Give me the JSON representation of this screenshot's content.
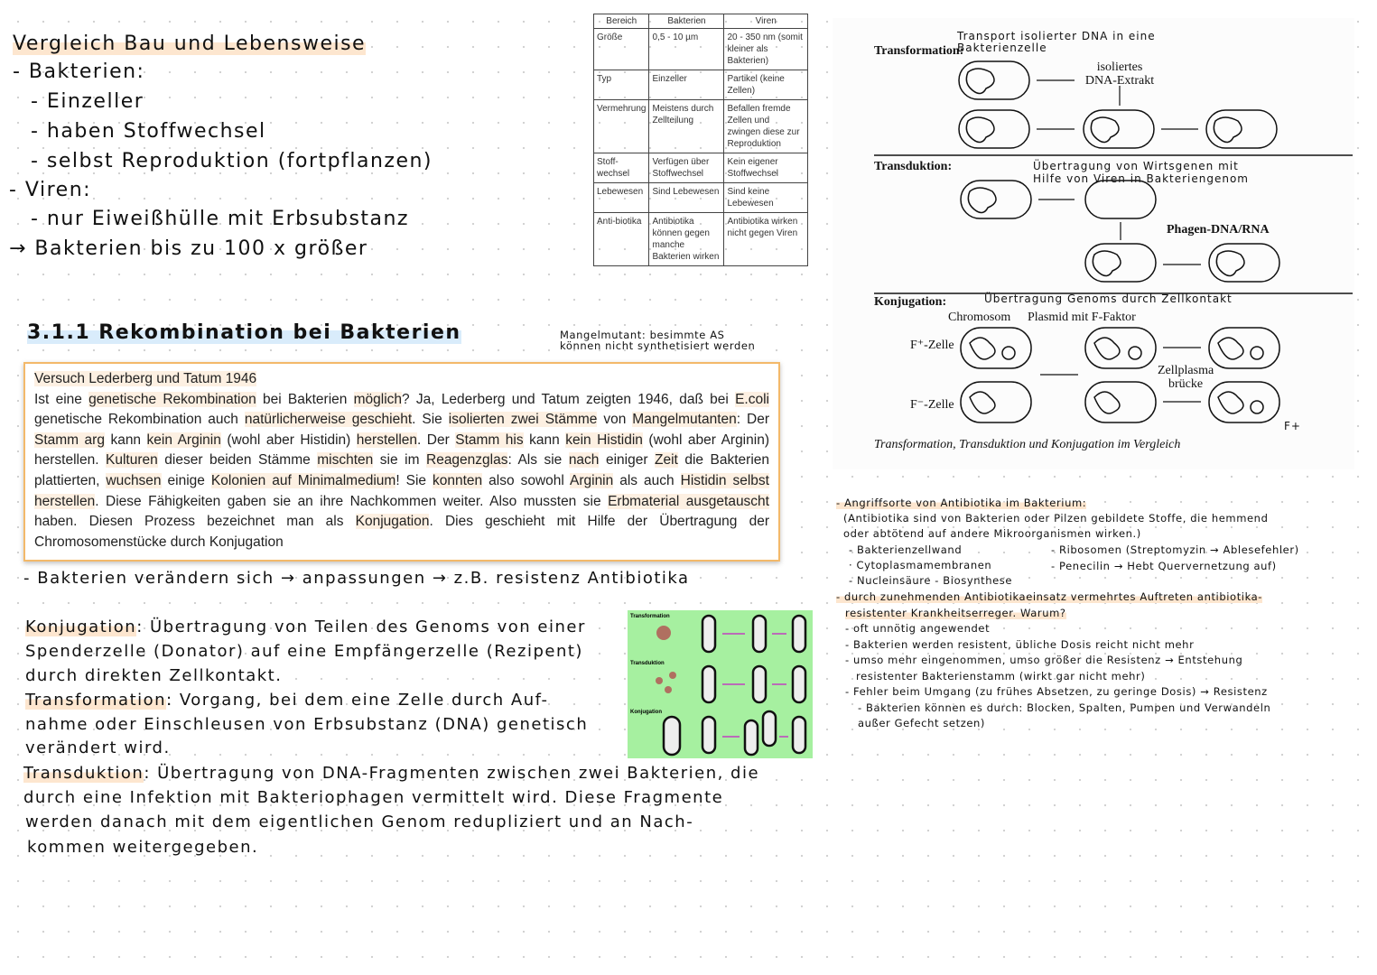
{
  "left_notes": {
    "title": "Vergleich Bau und Lebensweise",
    "lines": [
      "- Bakterien:",
      "- Einzeller",
      "- haben Stoffwechsel",
      "- selbst Reproduktion (fortpflanzen)",
      "- Viren:",
      "- nur Eiweißhülle mit Erbsubstanz",
      "→ Bakterien bis zu 100 x größer"
    ]
  },
  "table": {
    "headers": [
      "Bereich",
      "Bakterien",
      "Viren"
    ],
    "rows": [
      [
        "Größe",
        "0,5 - 10 µm",
        "20 - 350 nm (somit kleiner als Bakterien)"
      ],
      [
        "Typ",
        "Einzeller",
        "Partikel (keine Zellen)"
      ],
      [
        "Vermehrung",
        "Meistens durch Zellteilung",
        "Befallen fremde Zellen und zwingen diese zur Reproduktion"
      ],
      [
        "Stoff-wechsel",
        "Verfügen über Stoffwechsel",
        "Kein eigener Stoffwechsel"
      ],
      [
        "Lebewesen",
        "Sind Lebewesen",
        "Sind keine Lebewesen"
      ],
      [
        "Anti-biotika",
        "Antibiotika können gegen manche Bakterien wirken",
        "Antibiotika wirken nicht gegen Viren"
      ]
    ]
  },
  "section": {
    "heading": "3.1.1 Rekombination bei Bakterien",
    "note_line1": "Mangelmutant: besimmte AS",
    "note_line2": "können nicht synthetisiert werden"
  },
  "experiment": {
    "title": "Versuch Lederberg und Tatum 1946",
    "segments": [
      {
        "t": "Ist eine ",
        "h": false
      },
      {
        "t": "genetische Rekombination",
        "h": true
      },
      {
        "t": " bei Bakterien ",
        "h": false
      },
      {
        "t": "möglich",
        "h": true
      },
      {
        "t": "? Ja, Lederberg und Tatum zeigten 1946, daß bei ",
        "h": false
      },
      {
        "t": "E.coli",
        "h": true
      },
      {
        "t": " genetische Rekombination auch ",
        "h": false
      },
      {
        "t": "natürlicherweise geschieht",
        "h": true
      },
      {
        "t": ". Sie ",
        "h": false
      },
      {
        "t": "isolierten zwei Stämme",
        "h": true
      },
      {
        "t": " von ",
        "h": false
      },
      {
        "t": "Mangelmutanten",
        "h": true
      },
      {
        "t": ": Der ",
        "h": false
      },
      {
        "t": "Stamm arg",
        "h": true
      },
      {
        "t": " kann ",
        "h": false
      },
      {
        "t": "kein Arginin",
        "h": true
      },
      {
        "t": " (wohl aber Histidin) ",
        "h": false
      },
      {
        "t": "herstellen",
        "h": true
      },
      {
        "t": ". Der ",
        "h": false
      },
      {
        "t": "Stamm his",
        "h": true
      },
      {
        "t": " kann ",
        "h": false
      },
      {
        "t": "kein Histidin",
        "h": true
      },
      {
        "t": " (wohl aber Arginin) herstellen. ",
        "h": false
      },
      {
        "t": "Kulturen",
        "h": true
      },
      {
        "t": " dieser beiden Stämme ",
        "h": false
      },
      {
        "t": "mischten",
        "h": true
      },
      {
        "t": " sie im ",
        "h": false
      },
      {
        "t": "Reagenzglas",
        "h": true
      },
      {
        "t": ": Als sie ",
        "h": false
      },
      {
        "t": "nach",
        "h": true
      },
      {
        "t": " einiger ",
        "h": false
      },
      {
        "t": "Zeit",
        "h": true
      },
      {
        "t": " die Bakterien plattierten, ",
        "h": false
      },
      {
        "t": "wuchsen",
        "h": true
      },
      {
        "t": " einige ",
        "h": false
      },
      {
        "t": "Kolonien auf Minimalmedium",
        "h": true
      },
      {
        "t": "! Sie ",
        "h": false
      },
      {
        "t": "konnten",
        "h": true
      },
      {
        "t": " also sowohl ",
        "h": false
      },
      {
        "t": "Arginin",
        "h": true
      },
      {
        "t": " als auch ",
        "h": false
      },
      {
        "t": "Histidin selbst herstellen",
        "h": true
      },
      {
        "t": ". Diese Fähigkeiten gaben sie an ihre Nachkommen weiter. Also mussten sie ",
        "h": false
      },
      {
        "t": "Erbmaterial ausgetauscht",
        "h": true
      },
      {
        "t": " haben. Diesen Prozess bezeichnet man als ",
        "h": false
      },
      {
        "t": "Konjugation",
        "h": true
      },
      {
        "t": ". Dies geschieht mit Hilfe der Übertragung der Chromosomenstücke durch Konjugation",
        "h": false
      }
    ]
  },
  "adapt_line": "- Bakterien verändern sich → anpassungen → z.B. resistenz Antibiotika",
  "definitions": {
    "konjugation_term": "Konjugation",
    "konjugation_lines": [
      ": Übertragung von Teilen des Genoms von einer",
      "Spenderzelle (Donator) auf eine Empfängerzelle (Rezipent)",
      "durch direkten Zellkontakt."
    ],
    "transformation_term": "Transformation",
    "transformation_lines": [
      ": Vorgang, bei dem eine Zelle durch Auf-",
      "nahme oder Einschleusen von Erbsubstanz (DNA) genetisch",
      "verändert wird."
    ],
    "transduktion_term": "Transduktion",
    "transduktion_lines": [
      ": Übertragung von DNA-Fragmenten zwischen zwei Bakterien, die",
      "durch eine Infektion mit Bakteriophagen vermittelt wird. Diese Fragmente",
      "werden danach mit dem eigentlichen Genom redupliziert und an Nach-",
      "kommen weitergegeben."
    ]
  },
  "green_figure": {
    "labels": [
      "Transformation",
      "Transduktion",
      "Konjugation"
    ]
  },
  "diagram": {
    "transformation": "Transformation:",
    "transformation_note1": "Transport isolierter DNA in eine",
    "transformation_note2": "Bakterienzelle",
    "dna_extract1": "isoliertes",
    "dna_extract2": "DNA-Extrakt",
    "transduktion": "Transduktion:",
    "transduktion_note1": "Übertragung von Wirtsgenen mit",
    "transduktion_note2": "Hilfe von Viren in Bakteriengenom",
    "phagen": "Phagen-DNA/RNA",
    "konjugation": "Konjugation:",
    "konjugation_note": "Übertragung Genoms durch Zellkontakt",
    "chromosom": "Chromosom",
    "plasmid": "Plasmid mit F-Faktor",
    "fplus": "F⁺-Zelle",
    "fminus": "F⁻-Zelle",
    "bridge1": "Zellplasma",
    "bridge2": "brücke",
    "fplus_note": "F+",
    "caption": "Transformation, Transduktion und Konjugation im Vergleich"
  },
  "antibiotics": {
    "lines": [
      "- Angriffsorte von Antibiotika im Bakterium:",
      "(Antibiotika sind von Bakterien oder Pilzen gebildete Stoffe, die hemmend",
      "oder abtötend auf andere Mikroorganismen wirken.)"
    ],
    "targets_left": [
      "- Bakterienzellwand",
      "· Cytoplasmamembranen",
      "- Nucleinsäure - Biosynthese"
    ],
    "targets_right": [
      "- Ribosomen (Streptomyzin → Ablesefehler)",
      "- Penecilin → Hebt Quervernetzung auf)"
    ],
    "resistance_lines": [
      "- durch zunehmenden Antibiotikaeinsatz vermehrtes Auftreten antibiotika-",
      "resistenter Krankheitserreger. Warum?",
      "- oft unnötig angewendet",
      "- Bakterien werden resistent, übliche Dosis reicht nicht mehr",
      "- umso mehr eingenommen, umso größer die Resistenz → Entstehung",
      "resistenter Bakterienstamm (wirkt gar nicht mehr)",
      "- Fehler beim Umgang (zu frühes Absetzen, zu geringe Dosis) → Resistenz",
      "- Bakterien können es durch: Blocken, Spalten, Pumpen und Verwandeln",
      "außer Gefecht setzen)"
    ]
  }
}
